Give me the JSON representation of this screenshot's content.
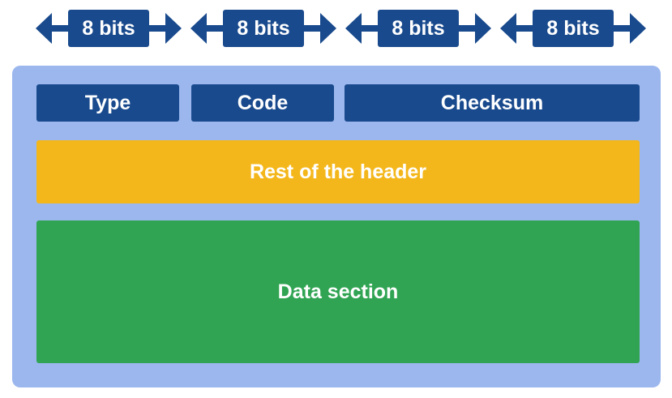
{
  "bit_widths": [
    {
      "label": "8 bits"
    },
    {
      "label": "8 bits"
    },
    {
      "label": "8 bits"
    },
    {
      "label": "8 bits"
    }
  ],
  "header_row": {
    "type": "Type",
    "code": "Code",
    "checksum": "Checksum"
  },
  "rest_of_header": "Rest of the header",
  "data_section": "Data section",
  "colors": {
    "dark_blue": "#194a8d",
    "packet_background": "#9bb7ee",
    "rest_of_header": "#f4b71b",
    "data_section": "#30a452",
    "text": "#ffffff"
  },
  "icons": [
    "double-arrow-icon"
  ]
}
